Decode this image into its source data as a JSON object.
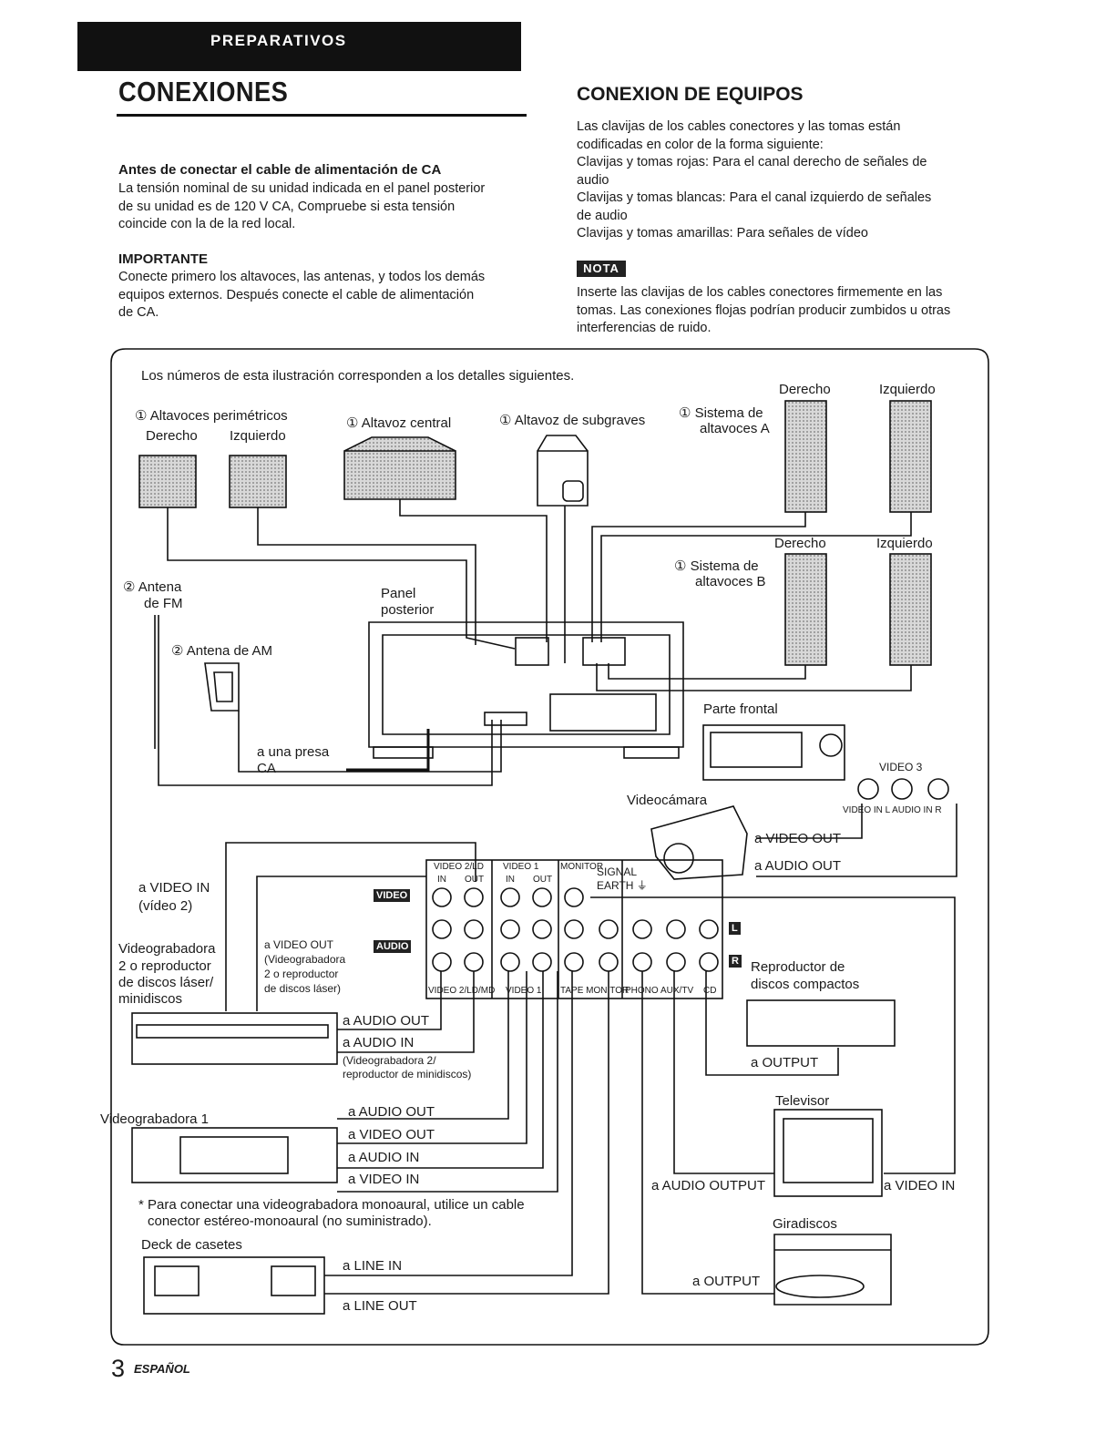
{
  "header": {
    "section": "PREPARATIVOS",
    "title": "CONEXIONES"
  },
  "left": {
    "ac_heading": "Antes de conectar el cable de alimentación de CA",
    "ac_lines": [
      "La tensión nominal de su unidad indicada en el panel posterior",
      "de su unidad es de 120 V CA, Compruebe si esta tensión",
      "coincide con la de la red local."
    ],
    "important_heading": "IMPORTANTE",
    "important_lines": [
      "Conecte primero los altavoces, las antenas, y todos los demás",
      "equipos externos. Después conecte el cable de alimentación",
      "de CA."
    ]
  },
  "right": {
    "title": "CONEXION DE EQUIPOS",
    "lines": [
      "Las clavijas de los cables conectores y las tomas están",
      "codificadas en color de la forma siguiente:",
      "Clavijas y tomas rojas: Para el canal derecho de señales de",
      "audio",
      "Clavijas y tomas blancas: Para el canal izquierdo de señales",
      "de audio",
      "Clavijas y tomas amarillas: Para señales de vídeo"
    ],
    "nota_label": "NOTA",
    "nota_lines": [
      "Inserte las clavijas de los cables conectores firmemente en las",
      "tomas. Las conexiones flojas podrían producir zumbidos u otras",
      "interferencias de ruido."
    ]
  },
  "diagram": {
    "intro": "Los números de esta ilustración corresponden a los detalles siguientes.",
    "surround": "① Altavoces perimétricos",
    "derecho": "Derecho",
    "izquierdo": "Izquierdo",
    "center": "① Altavoz central",
    "subwoofer": "① Altavoz de subgraves",
    "system_a_1": "① Sistema de",
    "system_a_2": "altavoces A",
    "system_b_1": "① Sistema de",
    "system_b_2": "altavoces B",
    "fm_1": "② Antena",
    "fm_2": "de FM",
    "am": "② Antena de AM",
    "rear_1": "Panel",
    "rear_2": "posterior",
    "ac_1": "a una presa",
    "ac_2": "CA",
    "front": "Parte frontal",
    "video3": "VIDEO 3",
    "video3_jacks": "VIDEO IN  L AUDIO IN R",
    "camcorder": "Videocámara",
    "to_video_out": "a VIDEO OUT",
    "to_audio_out": "a AUDIO OUT",
    "to_video_in_2": "a VIDEO IN",
    "video2": "(vídeo 2)",
    "vcr2_1": "Videograbadora",
    "vcr2_2": "2 o reproductor",
    "vcr2_3": "de discos láser/",
    "vcr2_4": "minidiscos",
    "vout_1": "a VIDEO OUT",
    "vout_2": "(Videograbadora",
    "vout_3": "2 o reproductor",
    "vout_4": "de discos láser)",
    "audio_out": "a AUDIO OUT",
    "audio_in": "a AUDIO IN",
    "md_1": "(Videograbadora 2/",
    "md_2": "reproductor de minidiscos)",
    "vcr1": "Videograbadora 1",
    "vcr1_audio_out": "a AUDIO OUT",
    "vcr1_video_out": "a VIDEO OUT",
    "vcr1_audio_in": "a AUDIO IN",
    "vcr1_video_in": "a VIDEO IN",
    "note_1": "* Para conectar una videograbadora monoaural, utilice un cable",
    "note_2": "conector estéreo-monoaural (no suministrado).",
    "deck": "Deck de casetes",
    "line_in": "a LINE IN",
    "line_out": "a LINE OUT",
    "cd_1": "Reproductor de",
    "cd_2": "discos compactos",
    "cd_out": "a OUTPUT",
    "tv": "Televisor",
    "tv_audio": "a AUDIO OUTPUT",
    "tv_video": "a VIDEO IN",
    "turntable": "Giradiscos",
    "tt_out": "a OUTPUT",
    "signal_1": "SIGNAL",
    "signal_2": "EARTH ⏚",
    "panel_top": [
      "VIDEO 2/LD",
      "VIDEO 1",
      "MONITOR"
    ],
    "panel_io": [
      "IN",
      "OUT",
      "IN",
      "OUT"
    ],
    "panel_bottom": [
      "VIDEO 2/LD/MD",
      "VIDEO 1",
      "TAPE MONITOR",
      "PHONO",
      "AUX/TV",
      "CD"
    ],
    "tag_video": "VIDEO",
    "tag_audio": "AUDIO",
    "tag_l": "L",
    "tag_r": "R"
  },
  "footer": {
    "page": "3",
    "lang": "ESPAÑOL"
  }
}
